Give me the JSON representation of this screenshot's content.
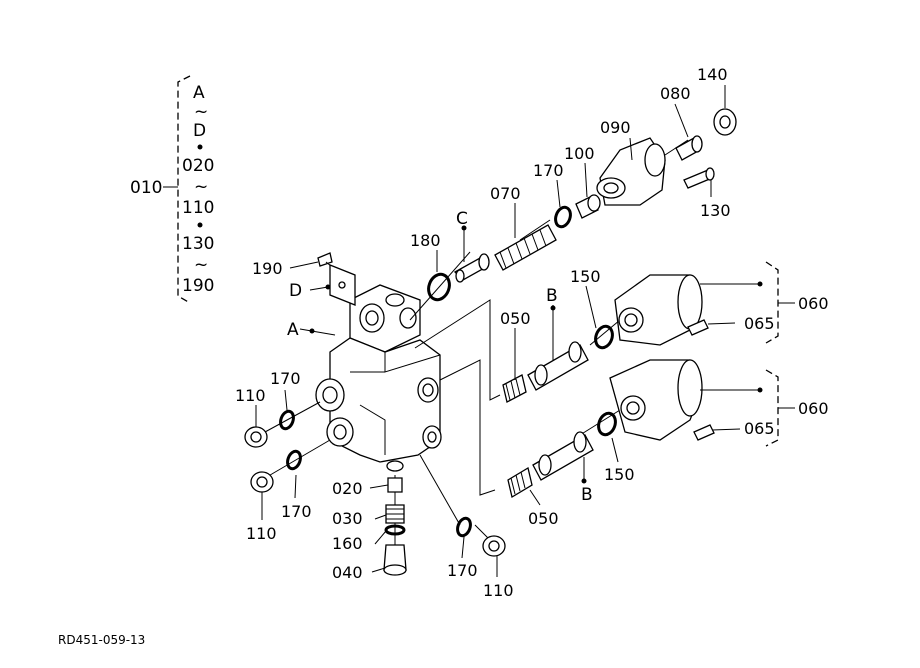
{
  "drawing_code": "RD451-059-13",
  "group": {
    "label": "010",
    "members": [
      "A",
      "~",
      "D",
      "020",
      "~",
      "110",
      "130",
      "~",
      "190"
    ]
  },
  "callouts": {
    "p020": "020",
    "p030": "030",
    "p040": "040",
    "p050a": "050",
    "p050b": "050",
    "p060a": "060",
    "p060b": "060",
    "p065a": "065",
    "p065b": "065",
    "p070": "070",
    "p080": "080",
    "p090": "090",
    "p100": "100",
    "p110a": "110",
    "p110b": "110",
    "p110c": "110",
    "p130": "130",
    "p140": "140",
    "p150a": "150",
    "p150b": "150",
    "p160": "160",
    "p170a": "170",
    "p170b": "170",
    "p170c": "170",
    "p170d": "170",
    "p180": "180",
    "p190": "190"
  },
  "refs": {
    "A": "A",
    "B1": "B",
    "B2": "B",
    "C": "C",
    "D": "D"
  }
}
